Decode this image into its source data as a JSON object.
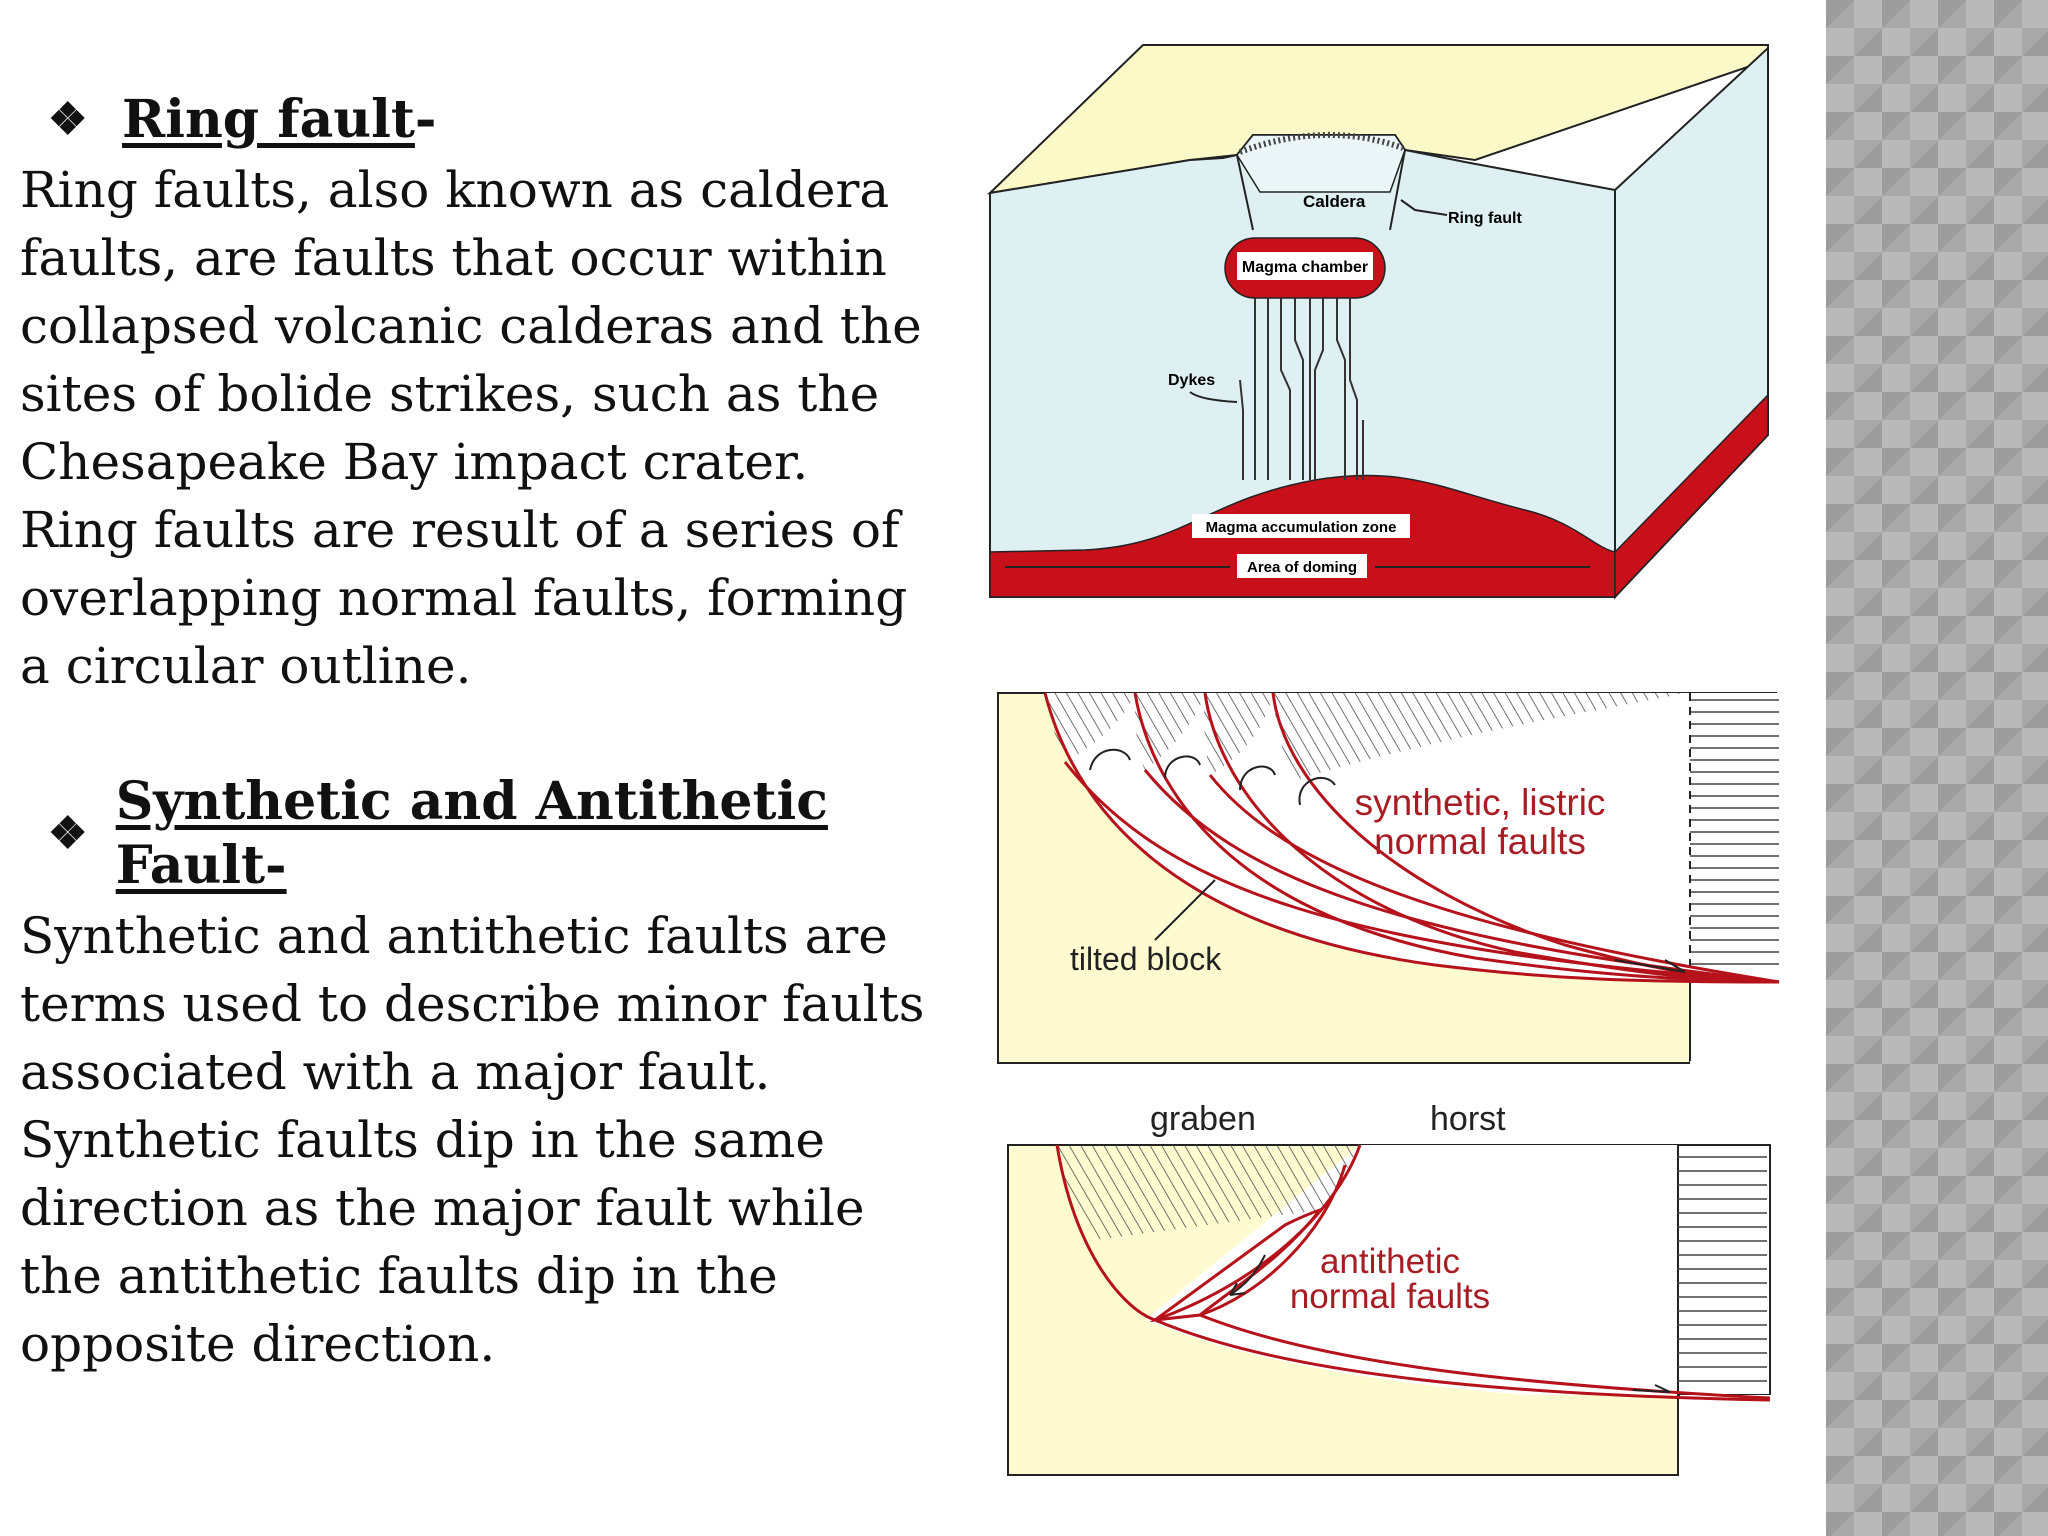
{
  "section1": {
    "bullet": "❖",
    "title": "Ring fault",
    "suffix": " -",
    "body": "Ring faults, also known as caldera faults, are faults that occur within collapsed volcanic calderas and the sites of bolide strikes, such as the Chesapeake Bay impact crater. Ring faults are result of a series of overlapping normal faults, forming a circular outline."
  },
  "section2": {
    "bullet": "❖",
    "title": "Synthetic and Antithetic Fault-",
    "body": "Synthetic and antithetic faults are terms used to describe minor faults associated with a major fault. Synthetic faults dip in the same direction as the major fault while the antithetic faults dip in the opposite direction."
  },
  "fig1": {
    "caldera": "Caldera",
    "ring_fault": "Ring fault",
    "magma_chamber": "Magma chamber",
    "dykes": "Dykes",
    "accumulation": "Magma accumulation zone",
    "doming": "Area of doming"
  },
  "fig2": {
    "label_line1": "synthetic, listric",
    "label_line2": "normal faults",
    "tilted": "tilted block"
  },
  "fig3": {
    "graben": "graben",
    "horst": "horst",
    "label_line1": "antithetic",
    "label_line2": "normal faults"
  },
  "colors": {
    "block_top": "#fbf9c8",
    "block_side": "#dff0f2",
    "magma": "#c8101a",
    "fault_red": "#b5121b",
    "cream": "#fdfbcf"
  }
}
